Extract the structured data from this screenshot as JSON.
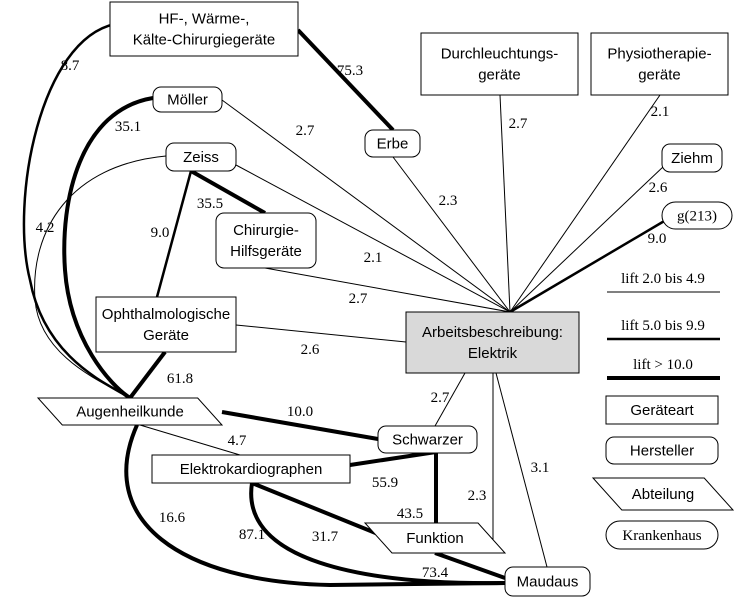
{
  "nodes": [
    {
      "id": "hf",
      "type": "Geräteart",
      "lines": [
        "HF-, Wärme-,",
        "Kälte-Chirurgiegeräte"
      ]
    },
    {
      "id": "moeller",
      "type": "Hersteller",
      "lines": [
        "Möller"
      ]
    },
    {
      "id": "erbe",
      "type": "Hersteller",
      "lines": [
        "Erbe"
      ]
    },
    {
      "id": "durch",
      "type": "Geräteart",
      "lines": [
        "Durchleuchtungs-",
        "geräte"
      ]
    },
    {
      "id": "physio",
      "type": "Geräteart",
      "lines": [
        "Physiotherapie-",
        "geräte"
      ]
    },
    {
      "id": "ziehm",
      "type": "Hersteller",
      "lines": [
        "Ziehm"
      ]
    },
    {
      "id": "g213",
      "type": "Krankenhaus",
      "lines": [
        "g(213)"
      ]
    },
    {
      "id": "zeiss",
      "type": "Hersteller",
      "lines": [
        "Zeiss"
      ]
    },
    {
      "id": "chir",
      "type": "Hersteller",
      "lines": [
        "Chirurgie-",
        "Hilfsgeräte"
      ]
    },
    {
      "id": "ophth",
      "type": "Geräteart",
      "lines": [
        "Ophthalmologische",
        "Geräte"
      ]
    },
    {
      "id": "arb",
      "type": "focus",
      "lines": [
        "Arbeitsbeschreibung:",
        "Elektrik"
      ]
    },
    {
      "id": "augen",
      "type": "Abteilung",
      "lines": [
        "Augenheilkunde"
      ]
    },
    {
      "id": "schwarzer",
      "type": "Hersteller",
      "lines": [
        "Schwarzer"
      ]
    },
    {
      "id": "ekg",
      "type": "Geräteart",
      "lines": [
        "Elektrokardiographen"
      ]
    },
    {
      "id": "funktion",
      "type": "Abteilung",
      "lines": [
        "Funktion"
      ]
    },
    {
      "id": "maudaus",
      "type": "Hersteller",
      "lines": [
        "Maudaus"
      ]
    }
  ],
  "edges": [
    {
      "from": "moeller",
      "to": "arb",
      "lift": "2.7"
    },
    {
      "from": "erbe",
      "to": "arb",
      "lift": "2.3"
    },
    {
      "from": "durch",
      "to": "arb",
      "lift": "2.7"
    },
    {
      "from": "physio",
      "to": "arb",
      "lift": "2.1"
    },
    {
      "from": "ziehm",
      "to": "arb",
      "lift": "2.6"
    },
    {
      "from": "g213",
      "to": "arb",
      "lift": "9.0"
    },
    {
      "from": "zeiss",
      "to": "arb",
      "lift": "2.1"
    },
    {
      "from": "chir",
      "to": "arb",
      "lift": "2.7"
    },
    {
      "from": "ophth",
      "to": "arb",
      "lift": "2.6"
    },
    {
      "from": "hf",
      "to": "erbe",
      "lift": "75.3"
    },
    {
      "from": "hf",
      "to": "augen",
      "lift": "8.7"
    },
    {
      "from": "moeller",
      "to": "augen",
      "lift": "35.1"
    },
    {
      "from": "zeiss",
      "to": "augen",
      "lift": "4.2"
    },
    {
      "from": "zeiss",
      "to": "ophth",
      "lift": "9.0"
    },
    {
      "from": "zeiss",
      "to": "chir",
      "lift": "35.5"
    },
    {
      "from": "ophth",
      "to": "augen",
      "lift": "61.8"
    },
    {
      "from": "augen",
      "to": "schwarzer",
      "lift": "10.0"
    },
    {
      "from": "augen",
      "to": "ekg",
      "lift": "4.7"
    },
    {
      "from": "schwarzer",
      "to": "arb",
      "lift": "2.7"
    },
    {
      "from": "ekg",
      "to": "schwarzer",
      "lift": "55.9"
    },
    {
      "from": "schwarzer",
      "to": "funktion",
      "lift": "43.5"
    },
    {
      "from": "funktion",
      "to": "arb",
      "lift": "2.3"
    },
    {
      "from": "maudaus",
      "to": "arb",
      "lift": "3.1"
    },
    {
      "from": "ekg",
      "to": "funktion",
      "lift": "31.7"
    },
    {
      "from": "ekg",
      "to": "maudaus",
      "lift": "87.1"
    },
    {
      "from": "augen",
      "to": "maudaus",
      "lift": "16.6"
    },
    {
      "from": "funktion",
      "to": "maudaus",
      "lift": "73.4"
    }
  ],
  "legend": {
    "lines": [
      "lift 2.0 bis 4.9",
      "lift 5.0 bis 9.9",
      "lift > 10.0"
    ],
    "shapes": [
      {
        "type": "Geräteart",
        "label": "Geräteart"
      },
      {
        "type": "Hersteller",
        "label": "Hersteller"
      },
      {
        "type": "Abteilung",
        "label": "Abteilung"
      },
      {
        "type": "Krankenhaus",
        "label": "Krankenhaus"
      }
    ]
  },
  "colors": {
    "focus_fill": "#d9d9d9",
    "stroke": "#000000"
  }
}
